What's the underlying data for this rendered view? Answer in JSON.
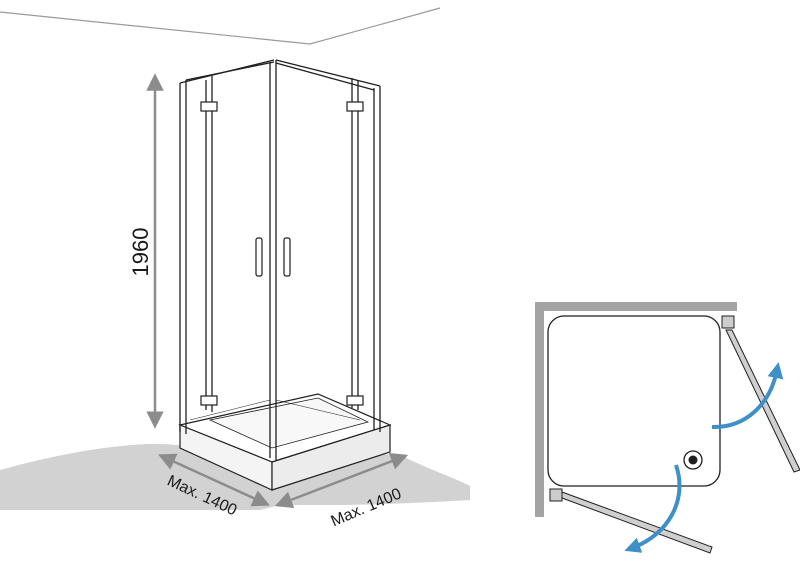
{
  "dimensions": {
    "height_label": "1960",
    "width_left_label": "Max. 1400",
    "width_right_label": "Max. 1400"
  },
  "colors": {
    "line": "#1f1f1f",
    "floor_shadow": "#cfcfcf",
    "dimension_arrow": "#8c8c8c",
    "swing_arrow": "#3f8fc9",
    "wall_gray": "#9a9a9a",
    "hinge_gray": "#b5b5b5"
  }
}
